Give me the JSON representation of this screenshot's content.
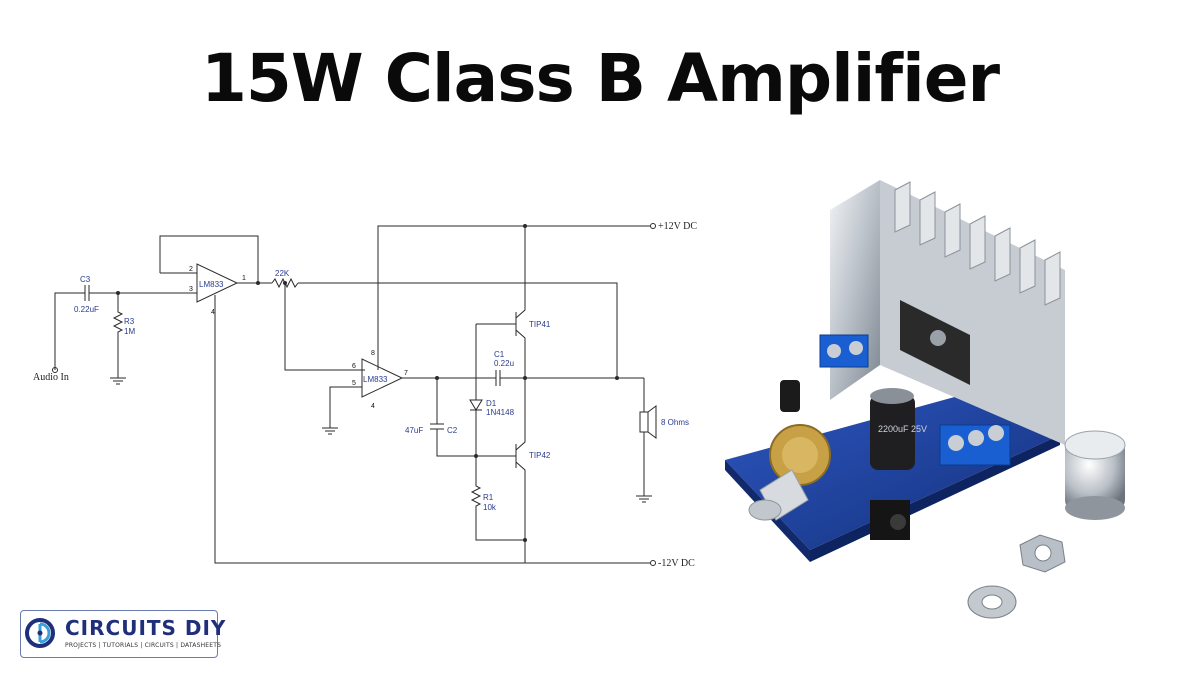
{
  "title": "15W Class B Amplifier",
  "schematic": {
    "opamp1_label": "LM833",
    "opamp2_label": "LM833",
    "pin_labels": [
      "2",
      "3",
      "1",
      "4",
      "8",
      "6",
      "5",
      "7",
      "4"
    ],
    "c3_name": "C3",
    "c3_value": "0.22uF",
    "r3_name": "R3",
    "r3_value": "1M",
    "r_feedback": "22K",
    "input_label": "Audio In",
    "q1_label": "TIP41",
    "q2_label": "TIP42",
    "c1_name": "C1",
    "c1_value": "0.22u",
    "d1_name": "D1",
    "d1_value": "1N4148",
    "c2_value": "47uF",
    "c2_name": "C2",
    "r1_name": "R1",
    "r1_value": "10k",
    "speaker_label": "8 Ohms",
    "vplus_label": "+12V DC",
    "vminus_label": "-12V DC"
  },
  "logo": {
    "name": "CIRCUITS DIY",
    "tagline": "PROJECTS | TUTORIALS | CIRCUITS | DATASHEETS"
  },
  "photo": {
    "pcb_text": "2200uF 25V"
  },
  "colors": {
    "wire": "#2a2a2a",
    "label": "#2a3b8f",
    "pcb": "#1d3f9e",
    "terminal": "#1a5fd1",
    "brand": "#1f2f7a"
  },
  "icons": [
    "circuits-diy-logo-icon",
    "heatsink-icon",
    "potentiometer-icon",
    "knob-icon",
    "nut-icon",
    "washer-icon"
  ]
}
